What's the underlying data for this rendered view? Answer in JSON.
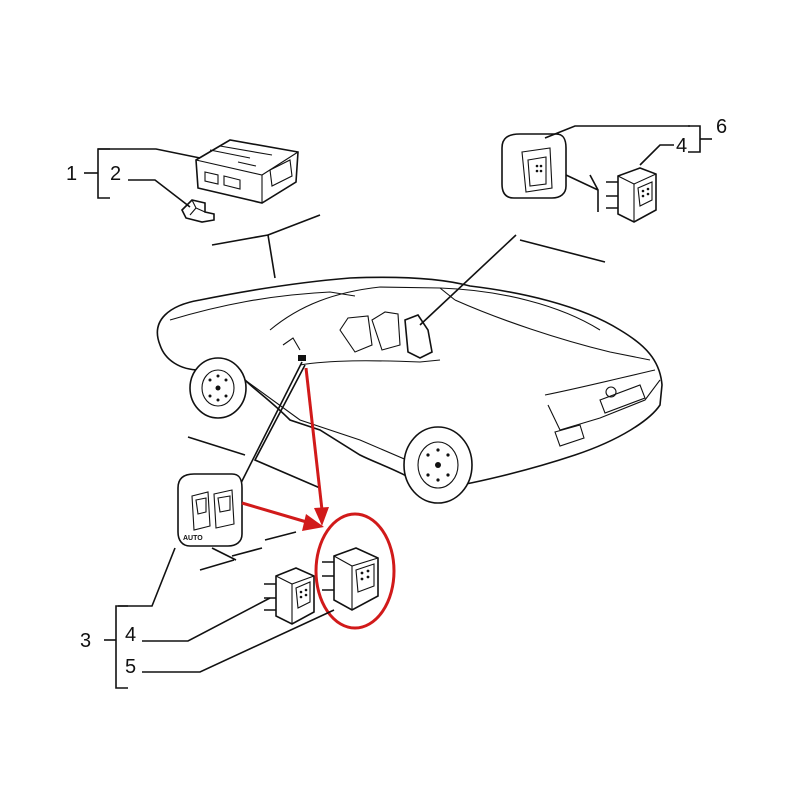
{
  "callouts": {
    "n1": "1",
    "n2": "2",
    "n3": "3",
    "n4_top": "4",
    "n4_bottom": "4",
    "n5": "5",
    "n6": "6"
  },
  "switch_panel_text": "AUTO",
  "colors": {
    "line": "#111111",
    "highlight": "#d11a1a",
    "background": "#ffffff"
  }
}
